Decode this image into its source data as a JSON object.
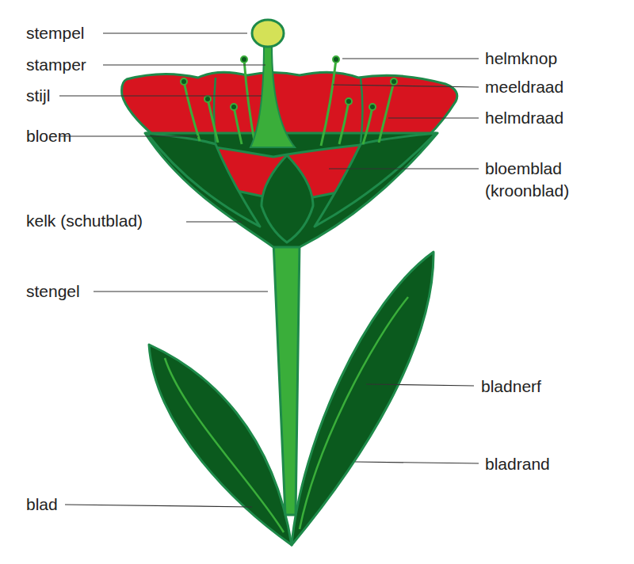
{
  "diagram": {
    "labels": [
      "stempel",
      "helmknop",
      "stamper",
      "meeldraad",
      "stijl",
      "helmdraad",
      "bloem",
      "bloemblad (kroonblad)",
      "kelk (schutblad)",
      "stengel",
      "bladnerf",
      "bladrand",
      "blad"
    ]
  }
}
